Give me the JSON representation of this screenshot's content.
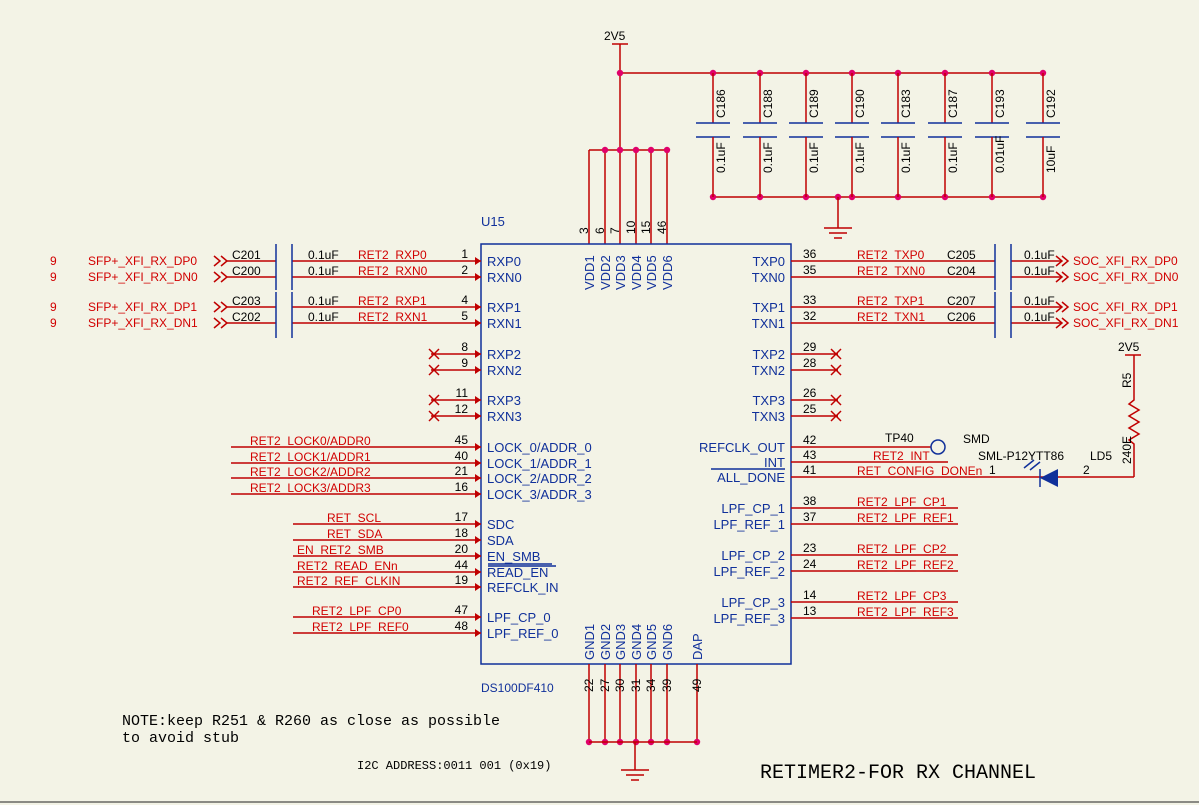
{
  "power": {
    "rail": "2V5",
    "r5_rail": "2V5"
  },
  "chip": {
    "ref": "U15",
    "part": "DS100DF410"
  },
  "caps": [
    {
      "ref": "C186",
      "value": "0.1uF"
    },
    {
      "ref": "C188",
      "value": "0.1uF"
    },
    {
      "ref": "C189",
      "value": "0.1uF"
    },
    {
      "ref": "C190",
      "value": "0.1uF"
    },
    {
      "ref": "C183",
      "value": "0.1uF"
    },
    {
      "ref": "C187",
      "value": "0.1uF"
    },
    {
      "ref": "C193",
      "value": "0.01uF"
    },
    {
      "ref": "C192",
      "value": "10uF"
    }
  ],
  "vdd_pins": [
    {
      "name": "VDD1",
      "num": "3"
    },
    {
      "name": "VDD2",
      "num": "6"
    },
    {
      "name": "VDD3",
      "num": "7"
    },
    {
      "name": "VDD4",
      "num": "10"
    },
    {
      "name": "VDD5",
      "num": "15"
    },
    {
      "name": "VDD6",
      "num": "46"
    }
  ],
  "gnd_pins": [
    {
      "name": "GND1",
      "num": "22"
    },
    {
      "name": "GND2",
      "num": "27"
    },
    {
      "name": "GND3",
      "num": "30"
    },
    {
      "name": "GND4",
      "num": "31"
    },
    {
      "name": "GND5",
      "num": "34"
    },
    {
      "name": "GND6",
      "num": "39"
    },
    {
      "name": "DAP",
      "num": "49"
    }
  ],
  "left_rx": [
    {
      "port": "9",
      "net_in": "SFP+_XFI_RX_DP0",
      "cap": "C201",
      "val": "0.1uF",
      "net": "RET2_RXP0",
      "num": "1",
      "pin": "RXP0"
    },
    {
      "port": "9",
      "net_in": "SFP+_XFI_RX_DN0",
      "cap": "C200",
      "val": "0.1uF",
      "net": "RET2_RXN0",
      "num": "2",
      "pin": "RXN0"
    },
    {
      "port": "9",
      "net_in": "SFP+_XFI_RX_DP1",
      "cap": "C203",
      "val": "0.1uF",
      "net": "RET2_RXP1",
      "num": "4",
      "pin": "RXP1"
    },
    {
      "port": "9",
      "net_in": "SFP+_XFI_RX_DN1",
      "cap": "C202",
      "val": "0.1uF",
      "net": "RET2_RXN1",
      "num": "5",
      "pin": "RXN1"
    }
  ],
  "left_nc": [
    {
      "num": "8",
      "pin": "RXP2"
    },
    {
      "num": "9",
      "pin": "RXN2"
    },
    {
      "num": "11",
      "pin": "RXP3"
    },
    {
      "num": "12",
      "pin": "RXN3"
    }
  ],
  "left_lock": [
    {
      "net": "RET2_LOCK0/ADDR0",
      "num": "45",
      "pin": "LOCK_0/ADDR_0"
    },
    {
      "net": "RET2_LOCK1/ADDR1",
      "num": "40",
      "pin": "LOCK_1/ADDR_1"
    },
    {
      "net": "RET2_LOCK2/ADDR2",
      "num": "21",
      "pin": "LOCK_2/ADDR_2"
    },
    {
      "net": "RET2_LOCK3/ADDR3",
      "num": "16",
      "pin": "LOCK_3/ADDR_3"
    }
  ],
  "left_ctrl": [
    {
      "net": "RET_SCL",
      "num": "17",
      "pin": "SDC"
    },
    {
      "net": "RET_SDA",
      "num": "18",
      "pin": "SDA"
    },
    {
      "net": "EN_RET2_SMB",
      "num": "20",
      "pin": "EN_SMB"
    },
    {
      "net": "RET2_READ_ENn",
      "num": "44",
      "pin": "READ_EN"
    },
    {
      "net": "RET2_REF_CLKIN",
      "num": "19",
      "pin": "REFCLK_IN"
    }
  ],
  "left_lpf": [
    {
      "net": "RET2_LPF_CP0",
      "num": "47",
      "pin": "LPF_CP_0"
    },
    {
      "net": "RET2_LPF_REF0",
      "num": "48",
      "pin": "LPF_REF_0"
    }
  ],
  "right_tx": [
    {
      "pin": "TXP0",
      "num": "36",
      "net": "RET2_TXP0",
      "cap": "C205",
      "val": "0.1uF",
      "net_out": "SOC_XFI_RX_DP0"
    },
    {
      "pin": "TXN0",
      "num": "35",
      "net": "RET2_TXN0",
      "cap": "C204",
      "val": "0.1uF",
      "net_out": "SOC_XFI_RX_DN0"
    },
    {
      "pin": "TXP1",
      "num": "33",
      "net": "RET2_TXP1",
      "cap": "C207",
      "val": "0.1uF",
      "net_out": "SOC_XFI_RX_DP1"
    },
    {
      "pin": "TXN1",
      "num": "32",
      "net": "RET2_TXN1",
      "cap": "C206",
      "val": "0.1uF",
      "net_out": "SOC_XFI_RX_DN1"
    }
  ],
  "right_nc": [
    {
      "pin": "TXP2",
      "num": "29"
    },
    {
      "pin": "TXN2",
      "num": "28"
    },
    {
      "pin": "TXP3",
      "num": "26"
    },
    {
      "pin": "TXN3",
      "num": "25"
    }
  ],
  "right_misc": [
    {
      "pin": "REFCLK_OUT",
      "num": "42",
      "net": "TP40"
    },
    {
      "pin": "INT",
      "num": "43",
      "net": "RET2_INT"
    },
    {
      "pin": "ALL_DONE",
      "num": "41",
      "net": "RET_CONFIG_DONEn"
    }
  ],
  "right_lpf": [
    {
      "pin": "LPF_CP_1",
      "num": "38",
      "net": "RET2_LPF_CP1"
    },
    {
      "pin": "LPF_REF_1",
      "num": "37",
      "net": "RET2_LPF_REF1"
    },
    {
      "pin": "LPF_CP_2",
      "num": "23",
      "net": "RET2_LPF_CP2"
    },
    {
      "pin": "LPF_REF_2",
      "num": "24",
      "net": "RET2_LPF_REF2"
    },
    {
      "pin": "LPF_CP_3",
      "num": "14",
      "net": "RET2_LPF_CP3"
    },
    {
      "pin": "LPF_REF_3",
      "num": "13",
      "net": "RET2_LPF_REF3"
    }
  ],
  "led": {
    "ref": "LD5",
    "part": "SML-P12YTT86",
    "pkg": "SMD",
    "pin1": "1",
    "pin2": "2"
  },
  "resistor": {
    "ref": "R5",
    "value": "240E"
  },
  "note": {
    "line1": "NOTE:keep R251 & R260 as close as possible",
    "line2": "to avoid stub"
  },
  "i2c": "I2C ADDRESS:0011 001 (0x19)",
  "title": "RETIMER2-FOR RX CHANNEL"
}
